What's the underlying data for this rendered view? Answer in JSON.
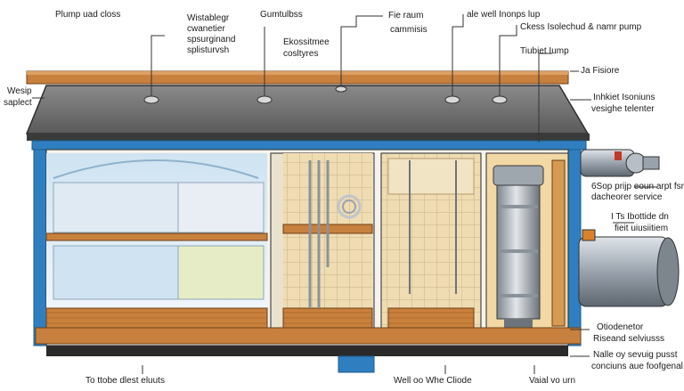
{
  "labels": {
    "top_pump": "Plump uad closs",
    "top_vistablegr": "Wistablegr",
    "top_cwanetier": "cwanetier",
    "top_spsurginand": "spsurginand",
    "top_splisturvsh": "splisturvsh",
    "top_gumtulbss": "Gumtulbss",
    "top_ekossitmee": "Ekossitmee",
    "top_cosltyres": "cosltyres",
    "top_fie_raum": "Fie raum",
    "top_cammisis": "cammisis",
    "top_ale_well": "ale well Inonps lup",
    "top_ckess": "Ckess Isolechud & namr pump",
    "right_tiubiet": "Tiubiet Iump",
    "right_ja_fisiore": "Ja Fisiore",
    "left_wesip": "Wesip",
    "left_saplect": "saplect",
    "right_inhkiet": "Inhkiet Isoniuns",
    "right_vesighe": "vesighe telenter",
    "right_6sop": "6Sop prijp eoun arpt fsm",
    "right_dacheorer": "dacheorer service",
    "right_i_ts": "I Ts Ibottide dn",
    "right_fieit": "fieit uiusiitiem",
    "right_otiodenetor": "Otiodenetor",
    "right_riseand": "Riseand selviusss",
    "right_nalle": "Nalle oy sevuig pusst",
    "right_conciuns": "conciuns aue foofgenal",
    "bottom_totiobe": "To ttobe dlest eluuts",
    "bottom_well": "Well oo Whe Cliode",
    "bottom_vaial": "Vaial vo urn"
  },
  "colors": {
    "roof": "#6e6e6e",
    "roof_edge": "#2f2f2f",
    "timber": "#c8803e",
    "wall_blue": "#2f7fc0",
    "pipe_steel": "#b9bfc6",
    "tile": "#ecd7a8",
    "floor_wood": "#c87a36",
    "outline": "#2a2a2a"
  },
  "icons": [
    "pump-motor-icon",
    "water-heater-tank-icon",
    "valve-icon",
    "pipe-coil-icon",
    "pressure-gauge-icon"
  ]
}
